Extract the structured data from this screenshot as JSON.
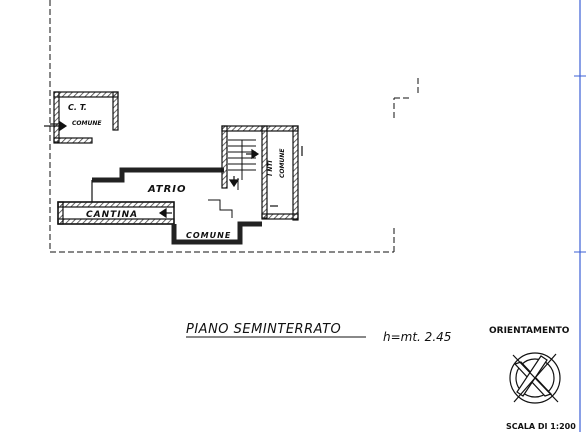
{
  "plan": {
    "rooms": {
      "ct": "C. T.",
      "ct_comune": "COMUNE",
      "atrio": "ATRIO",
      "cantina": "CANTINA",
      "comune": "COMUNE",
      "intercapedine_1": "I NTI",
      "intercapedine_2": "COMUNE"
    },
    "title": "PIANO SEMINTERRATO",
    "height_note": "h=mt. 2.45"
  },
  "legend": {
    "orientation_label": "ORIENTAMENTO",
    "scale_label": "SCALA DI 1:200"
  },
  "colors": {
    "ink": "#111111",
    "border_blue": "#3b5fd6",
    "hatch": "#444444"
  }
}
